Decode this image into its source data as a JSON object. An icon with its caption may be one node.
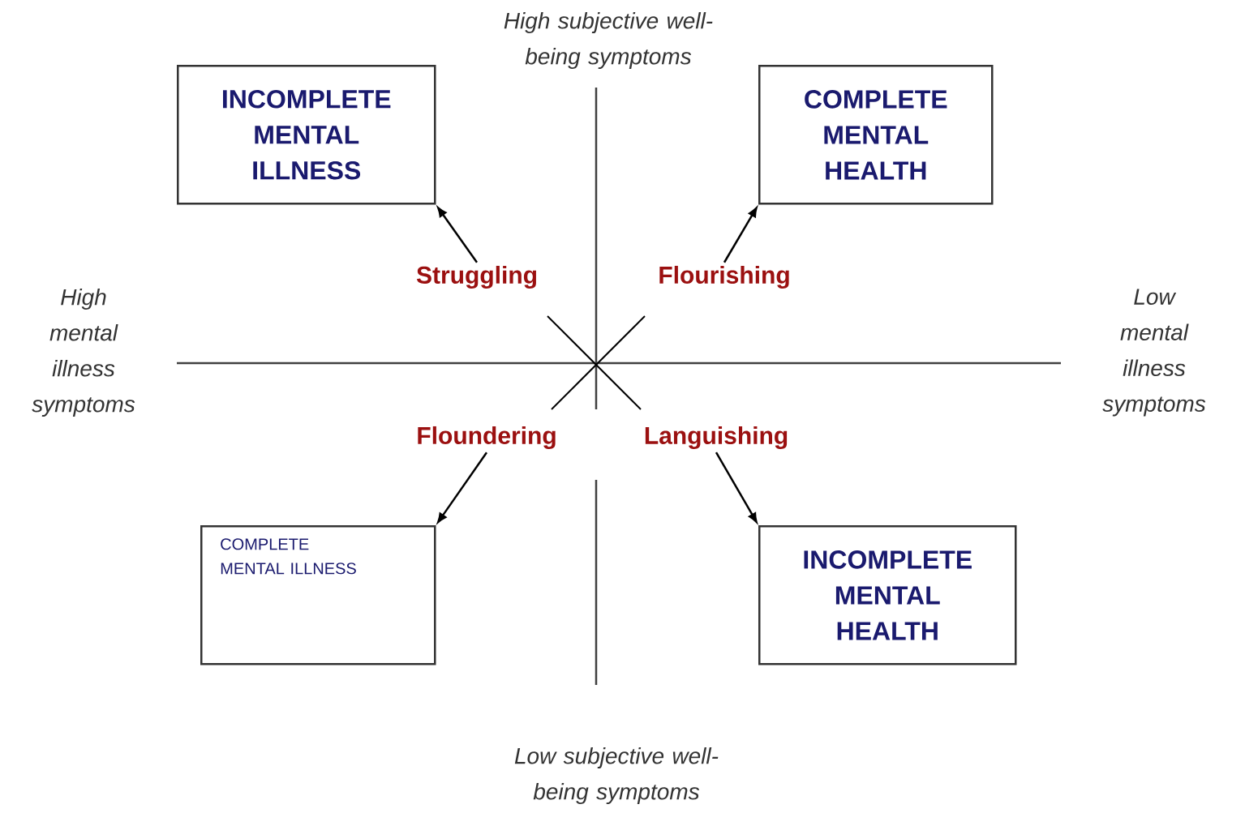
{
  "diagram": {
    "nodes": [
      {
        "text": [
          "INCOMPLETE MENTAL ILLNESS"
        ]
      },
      {
        "text": [
          "COMPLETE MENTAL HEALTH"
        ]
      },
      {
        "text": [
          "Struggling"
        ]
      },
      {
        "text": [
          "Flourishing"
        ]
      },
      {
        "text": [
          "Floundering"
        ]
      },
      {
        "text": [
          "Languishing"
        ]
      },
      {
        "text": [
          "COMPLETE MENTAL ILLNESS"
        ]
      },
      {
        "text": [
          "INCOMPLETE MENTAL HEALTH"
        ]
      }
    ],
    "edges": [
      {
        "from": 2,
        "to": 0,
        "arrow": "to"
      },
      {
        "from": 3,
        "to": 1,
        "arrow": "to"
      },
      {
        "from": 4,
        "to": 6,
        "arrow": "to"
      },
      {
        "from": 5,
        "to": 7,
        "arrow": "to"
      }
    ],
    "labels": [
      "High subjective well-being symptoms",
      "High mental illness symptoms",
      "Low mental illness symptoms",
      "Low subjective well-being symptoms"
    ]
  }
}
